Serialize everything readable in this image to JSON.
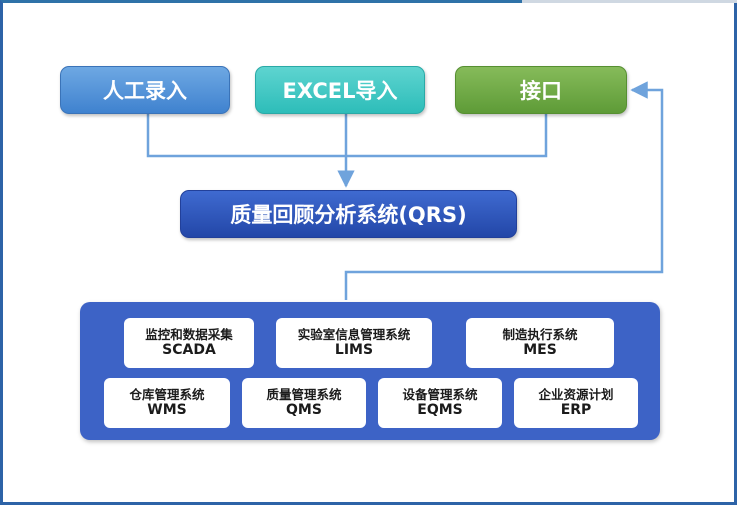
{
  "sources": {
    "manual": "人工录入",
    "excel": "EXCEL导入",
    "api": "接口"
  },
  "center": "质量回顾分析系统(QRS)",
  "systems": [
    {
      "cn": "监控和数据采集",
      "en": "SCADA"
    },
    {
      "cn": "实验室信息管理系统",
      "en": "LIMS"
    },
    {
      "cn": "制造执行系统",
      "en": "MES"
    },
    {
      "cn": "仓库管理系统",
      "en": "WMS"
    },
    {
      "cn": "质量管理系统",
      "en": "QMS"
    },
    {
      "cn": "设备管理系统",
      "en": "EQMS"
    },
    {
      "cn": "企业资源计划",
      "en": "ERP"
    }
  ],
  "colors": {
    "manual": "#4a8fd8",
    "excel": "#3ec7c3",
    "api": "#6ea545",
    "center": "#2e55b8",
    "panel": "#3d63c6",
    "connector": "#6fa3dc"
  }
}
